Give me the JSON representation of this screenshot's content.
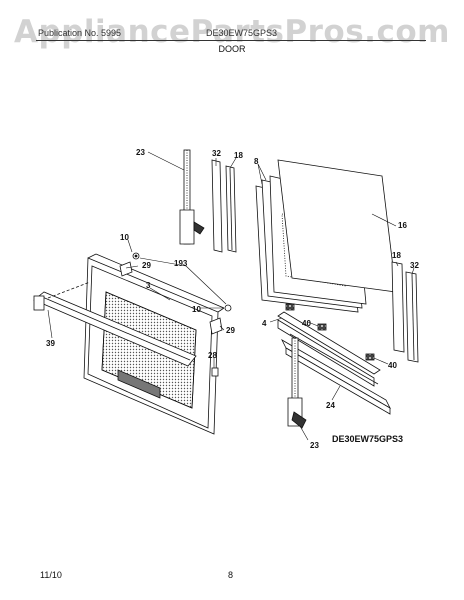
{
  "watermark": "AppliancePartsPros.com",
  "header": {
    "left": "Publication No. 5995",
    "right": "DE30EW75GPS3",
    "section": "DOOR"
  },
  "model_number": "DE30EW75GPS3",
  "footer": {
    "date": "11/10",
    "page": "8"
  },
  "callouts": [
    "23",
    "32",
    "18",
    "8",
    "16",
    "10",
    "193",
    "29",
    "3",
    "10",
    "29",
    "39",
    "28",
    "4",
    "40",
    "18",
    "32",
    "40",
    "24",
    "23"
  ]
}
